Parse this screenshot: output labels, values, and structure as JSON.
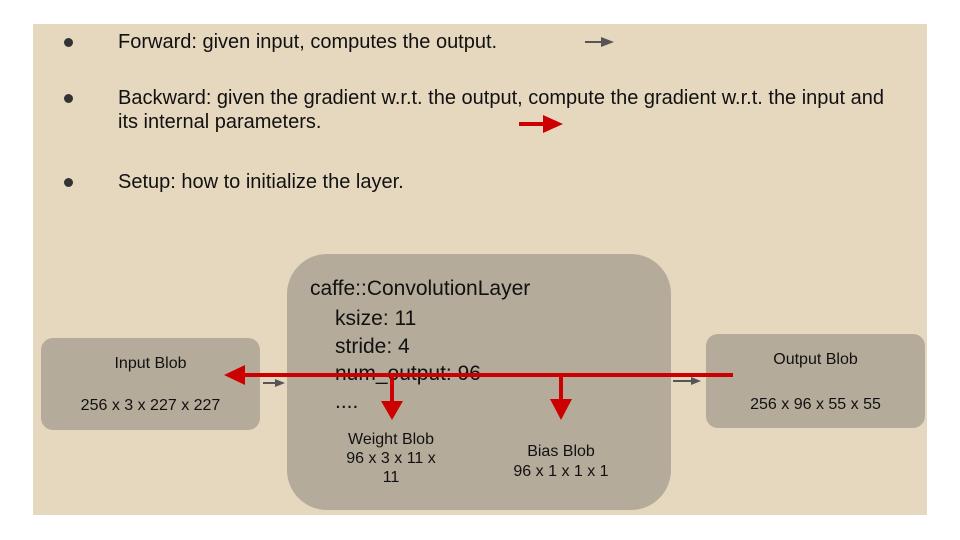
{
  "bullets": [
    {
      "text": "Forward: given input, computes the output.",
      "arrow": "gray"
    },
    {
      "text": "Backward: given the gradient w.r.t. the output, compute the gradient w.r.t. the input and its internal parameters.",
      "arrow": "red"
    },
    {
      "text": "Setup: how to initialize the layer.",
      "arrow": "none"
    }
  ],
  "input_blob": {
    "title": "Input Blob",
    "dims": "256 x 3 x 227 x 227"
  },
  "output_blob": {
    "title": "Output Blob",
    "dims": "256 x 96 x 55 x 55"
  },
  "layer": {
    "title": "caffe::ConvolutionLayer",
    "ksize": "ksize: 11",
    "stride": "stride: 4",
    "num_output": "num_output: 96",
    "ellipsis": "...."
  },
  "weight_blob": {
    "title": "Weight Blob",
    "dims_line1": "96 x 3 x 11 x",
    "dims_line2": "11"
  },
  "bias_blob": {
    "title": "Bias Blob",
    "dims": "96 x 1 x 1 x 1"
  },
  "colors": {
    "background": "#e6d7bf",
    "box": "#b5ab9a",
    "forward_arrow": "#555555",
    "backward_arrow": "#cc0000"
  }
}
